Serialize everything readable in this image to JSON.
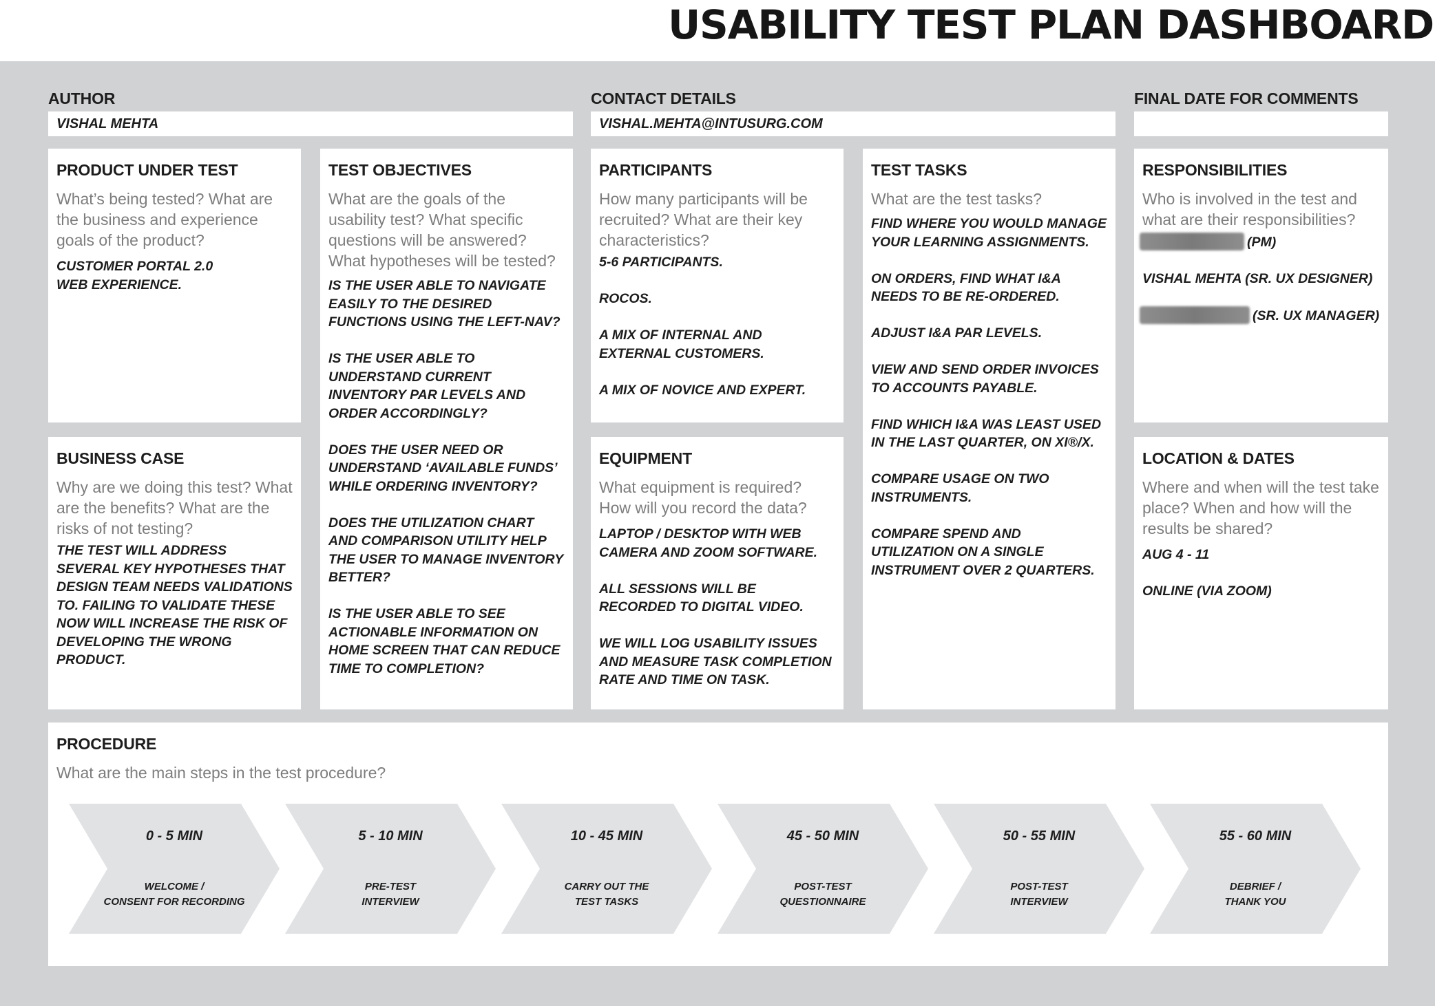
{
  "title": "USABILITY TEST PLAN DASHBOARD",
  "header": {
    "author_label": "AUTHOR",
    "author_value": "VISHAL MEHTA",
    "contact_label": "CONTACT DETAILS",
    "contact_value": "VISHAL.MEHTA@INTUSURG.COM",
    "final_date_label": "FINAL DATE FOR COMMENTS",
    "final_date_value": ""
  },
  "product": {
    "title": "PRODUCT UNDER TEST",
    "question": "What’s being tested? What are the business and experience goals of the product?",
    "lines": [
      "CUSTOMER PORTAL 2.0",
      "WEB EXPERIENCE."
    ]
  },
  "business_case": {
    "title": "BUSINESS CASE",
    "question": "Why are we doing this test? What are the benefits? What are the risks of not testing?",
    "text": "THE TEST WILL ADDRESS SEVERAL KEY HYPOTHESES THAT DESIGN TEAM NEEDS VALIDATIONS TO. FAILING TO VALIDATE THESE NOW WILL INCREASE THE RISK OF DEVELOPING THE WRONG PRODUCT."
  },
  "objectives": {
    "title": "TEST OBJECTIVES",
    "question": "What are the goals of the usability test? What specific questions will be answered? What hypotheses will be tested?",
    "items": [
      "IS THE USER ABLE TO NAVIGATE EASILY TO THE DESIRED FUNCTIONS USING THE LEFT-NAV?",
      "IS THE USER ABLE TO UNDERSTAND CURRENT INVENTORY PAR LEVELS AND ORDER ACCORDINGLY?",
      "DOES THE USER NEED OR UNDERSTAND ‘AVAILABLE FUNDS’ WHILE ORDERING INVENTORY?",
      "DOES THE UTILIZATION CHART AND COMPARISON UTILITY HELP THE USER TO MANAGE INVENTORY BETTER?",
      "IS THE USER ABLE TO SEE ACTIONABLE INFORMATION ON HOME SCREEN THAT CAN REDUCE TIME TO COMPLETION?"
    ]
  },
  "participants": {
    "title": "PARTICIPANTS",
    "question": "How many participants will be recruited? What are their key characteristics?",
    "items": [
      "5-6 PARTICIPANTS.",
      "ROCOS.",
      "A MIX OF INTERNAL AND EXTERNAL CUSTOMERS.",
      "A MIX OF NOVICE AND EXPERT."
    ]
  },
  "equipment": {
    "title": "EQUIPMENT",
    "question": "What equipment is required? How will you record the data?",
    "items": [
      "LAPTOP / DESKTOP WITH WEB CAMERA AND ZOOM SOFTWARE.",
      "ALL SESSIONS WILL BE RECORDED TO DIGITAL VIDEO.",
      "WE WILL LOG USABILITY ISSUES AND MEASURE TASK COMPLETION RATE AND TIME ON TASK."
    ]
  },
  "tasks": {
    "title": "TEST TASKS",
    "question": "What are the test tasks?",
    "items": [
      "FIND WHERE YOU WOULD MANAGE YOUR LEARNING ASSIGNMENTS.",
      "ON ORDERS, FIND WHAT I&A NEEDS TO BE RE-ORDERED.",
      "ADJUST I&A PAR LEVELS.",
      "VIEW AND SEND ORDER INVOICES TO ACCOUNTS PAYABLE.",
      "FIND WHICH I&A WAS LEAST USED IN THE LAST QUARTER, ON XI®/X.",
      "COMPARE USAGE ON TWO INSTRUMENTS.",
      "COMPARE SPEND AND UTILIZATION ON A SINGLE INSTRUMENT OVER 2 QUARTERS."
    ]
  },
  "responsibilities": {
    "title": "RESPONSIBILITIES",
    "question": "Who is involved in the test and what are their responsibilities?",
    "pm_role": "(PM)",
    "designer": "VISHAL MEHTA (SR. UX DESIGNER)",
    "manager_role": "(SR. UX MANAGER)"
  },
  "location": {
    "title": "LOCATION & DATES",
    "question": "Where and when will the test take place? When and how will the results be shared?",
    "items": [
      "AUG 4 - 11",
      "ONLINE (VIA ZOOM)"
    ]
  },
  "procedure": {
    "title": "PROCEDURE",
    "question": "What are the main steps in the test procedure?",
    "arrow_color": "#e1e2e4",
    "steps": [
      {
        "time": "0 - 5 MIN",
        "line1": "WELCOME /",
        "line2": "CONSENT FOR RECORDING"
      },
      {
        "time": "5 - 10 MIN",
        "line1": "PRE-TEST",
        "line2": "INTERVIEW"
      },
      {
        "time": "10 - 45 MIN",
        "line1": "CARRY OUT THE",
        "line2": "TEST TASKS"
      },
      {
        "time": "45 - 50 MIN",
        "line1": "POST-TEST",
        "line2": "QUESTIONNAIRE"
      },
      {
        "time": "50 - 55 MIN",
        "line1": "POST-TEST",
        "line2": "INTERVIEW"
      },
      {
        "time": "55 - 60 MIN",
        "line1": "DEBRIEF /",
        "line2": "THANK YOU"
      }
    ]
  }
}
